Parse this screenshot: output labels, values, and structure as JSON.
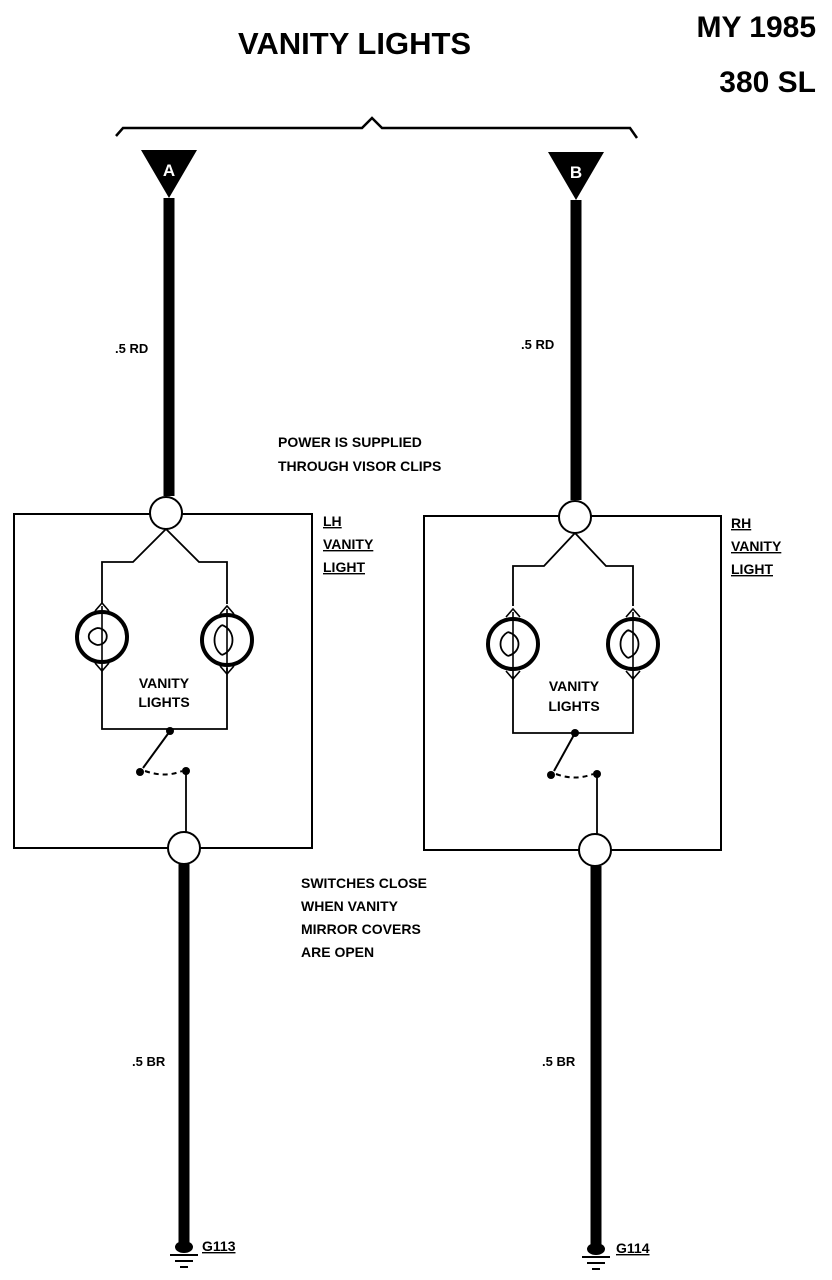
{
  "title": "VANITY LIGHTS",
  "model_year": "MY 1985",
  "model": "380 SL",
  "connectors": {
    "a": "A",
    "b": "B"
  },
  "wires": {
    "left_top": ".5 RD",
    "right_top": ".5 RD",
    "left_bottom": ".5 BR",
    "right_bottom": ".5 BR"
  },
  "notes": {
    "power": [
      "POWER IS SUPPLIED",
      "THROUGH VISOR CLIPS"
    ],
    "switches": [
      "SWITCHES CLOSE",
      "WHEN VANITY",
      "MIRROR COVERS",
      "ARE OPEN"
    ]
  },
  "left_component": {
    "label": [
      "LH",
      "VANITY",
      "LIGHT"
    ],
    "lamps": [
      "VANITY",
      "LIGHTS"
    ]
  },
  "right_component": {
    "label": [
      "RH",
      "VANITY",
      "LIGHT"
    ],
    "lamps": [
      "VANITY",
      "LIGHTS"
    ]
  },
  "grounds": {
    "left": "G113",
    "right": "G114"
  }
}
